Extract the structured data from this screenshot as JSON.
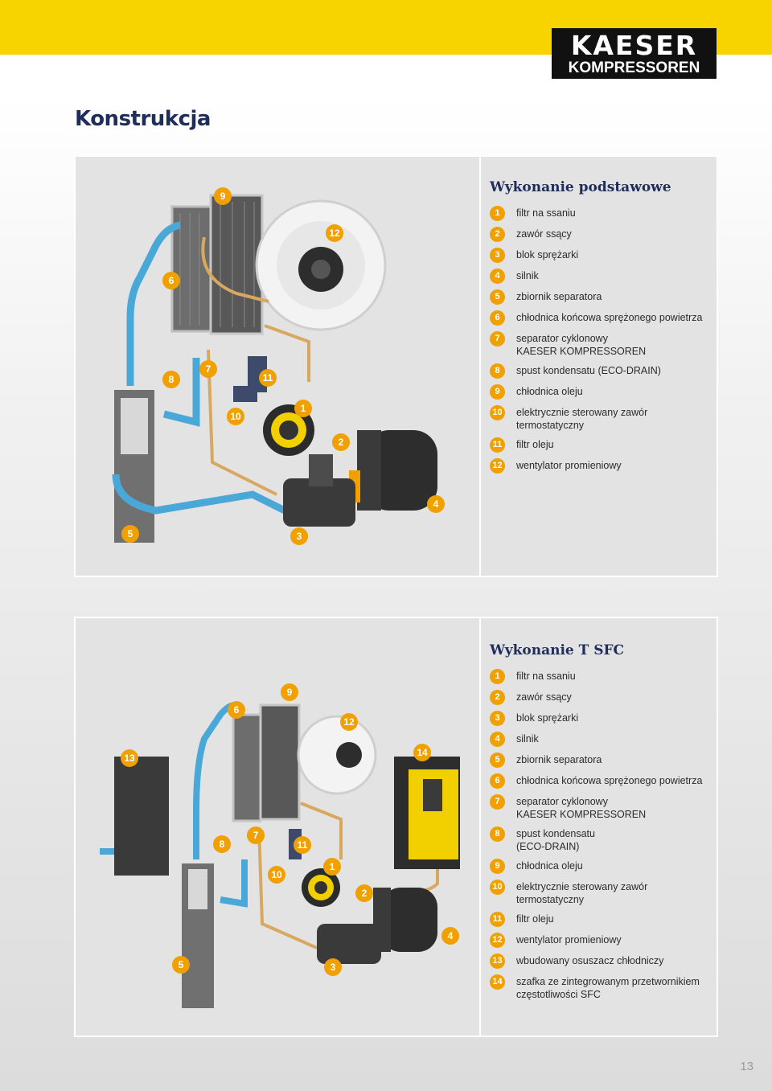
{
  "header": {
    "brand_line1": "KAESER",
    "brand_line2": "KOMPRESSOREN"
  },
  "page_title": "Konstrukcja",
  "basic": {
    "heading": "Wykonanie podstawowe",
    "items": [
      {
        "n": "1",
        "t": "filtr na ssaniu"
      },
      {
        "n": "2",
        "t": "zawór ssący"
      },
      {
        "n": "3",
        "t": "blok sprężarki"
      },
      {
        "n": "4",
        "t": "silnik"
      },
      {
        "n": "5",
        "t": "zbiornik separatora"
      },
      {
        "n": "6",
        "t": "chłodnica końcowa sprężonego powietrza"
      },
      {
        "n": "7",
        "t": "separator cyklonowy\nKAESER KOMPRESSOREN"
      },
      {
        "n": "8",
        "t": "spust kondensatu (ECO-DRAIN)"
      },
      {
        "n": "9",
        "t": "chłodnica oleju"
      },
      {
        "n": "10",
        "t": "elektrycznie sterowany zawór\ntermostatyczny"
      },
      {
        "n": "11",
        "t": "filtr oleju"
      },
      {
        "n": "12",
        "t": "wentylator promieniowy"
      }
    ],
    "callouts": [
      "9",
      "12",
      "6",
      "8",
      "7",
      "11",
      "10",
      "1",
      "2",
      "4",
      "5",
      "3"
    ]
  },
  "tsfc": {
    "heading": "Wykonanie T SFC",
    "items": [
      {
        "n": "1",
        "t": "filtr na ssaniu"
      },
      {
        "n": "2",
        "t": "zawór ssący"
      },
      {
        "n": "3",
        "t": "blok sprężarki"
      },
      {
        "n": "4",
        "t": "silnik"
      },
      {
        "n": "5",
        "t": "zbiornik separatora"
      },
      {
        "n": "6",
        "t": "chłodnica końcowa sprężonego powietrza"
      },
      {
        "n": "7",
        "t": "separator cyklonowy\nKAESER KOMPRESSOREN"
      },
      {
        "n": "8",
        "t": "spust kondensatu\n(ECO-DRAIN)"
      },
      {
        "n": "9",
        "t": "chłodnica oleju"
      },
      {
        "n": "10",
        "t": "elektrycznie sterowany zawór\ntermostatyczny"
      },
      {
        "n": "11",
        "t": "filtr oleju"
      },
      {
        "n": "12",
        "t": "wentylator promieniowy"
      },
      {
        "n": "13",
        "t": "wbudowany osuszacz chłodniczy"
      },
      {
        "n": "14",
        "t": "szafka ze zintegrowanym przetwornikiem\nczęstotliwości SFC"
      }
    ],
    "callouts": [
      "9",
      "6",
      "12",
      "13",
      "14",
      "8",
      "7",
      "11",
      "10",
      "1",
      "2",
      "4",
      "5",
      "3"
    ]
  },
  "colors": {
    "accent_yellow": "#f7d300",
    "badge_orange": "#f0a000",
    "title_navy": "#1f2d5a",
    "pipe_blue": "#4aa8d8",
    "pipe_copper": "#d9a860"
  },
  "page_number": "13"
}
